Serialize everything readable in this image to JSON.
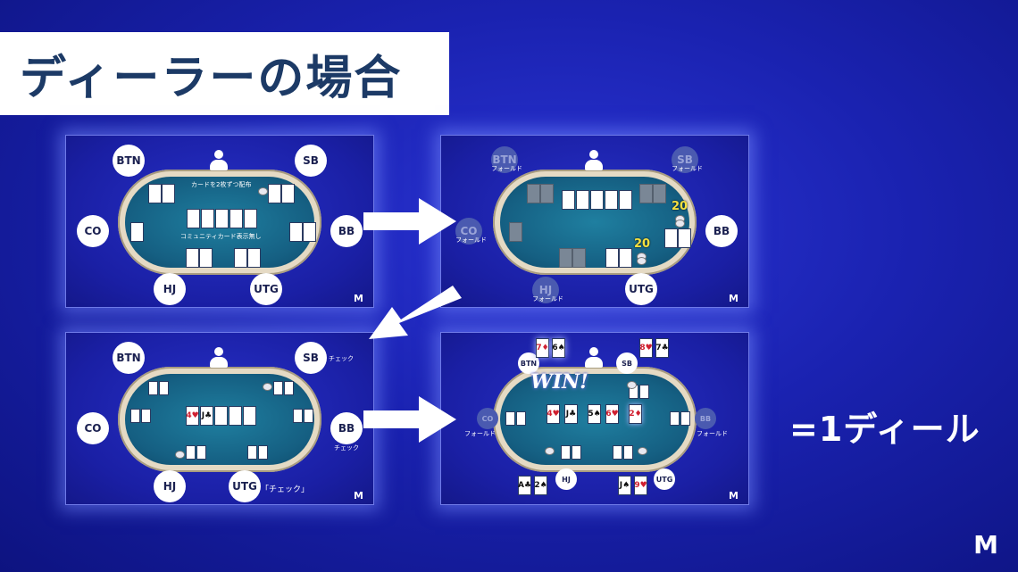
{
  "title": "ディーラーの場合",
  "result_label": "=1ディール",
  "logo": "M",
  "panels": {
    "p1": {
      "seats": {
        "btn": "BTN",
        "sb": "SB",
        "co": "CO",
        "bb": "BB",
        "hj": "HJ",
        "utg": "UTG"
      },
      "note_top": "カードを2枚ずつ配布",
      "note_mid": "コミュニティカード表示無し"
    },
    "p2": {
      "seats": {
        "btn": "BTN",
        "sb": "SB",
        "co": "CO",
        "bb": "BB",
        "hj": "HJ",
        "utg": "UTG"
      },
      "fold": "フォールド",
      "chips_a": "20",
      "chips_b": "20"
    },
    "p3": {
      "seats": {
        "btn": "BTN",
        "sb": "SB",
        "co": "CO",
        "bb": "BB",
        "hj": "HJ",
        "utg": "UTG"
      },
      "check": "チェック",
      "utg_check": "「チェック」",
      "cards": [
        "4♥",
        "J♣"
      ]
    },
    "p4": {
      "seats": {
        "btn": "BTN",
        "sb": "SB",
        "co": "CO",
        "bb": "BB",
        "hj": "HJ",
        "utg": "UTG"
      },
      "fold": "フォールド",
      "win": "WIN!",
      "board": [
        "4♥",
        "J♣",
        "5♠",
        "6♥",
        "2♦"
      ],
      "hands": {
        "btn": [
          "7♦",
          "6♠"
        ],
        "sb": [
          "8♥",
          "7♣"
        ],
        "hj": [
          "A♣",
          "2♠"
        ],
        "utg": [
          "J♠",
          "9♥"
        ]
      }
    }
  }
}
